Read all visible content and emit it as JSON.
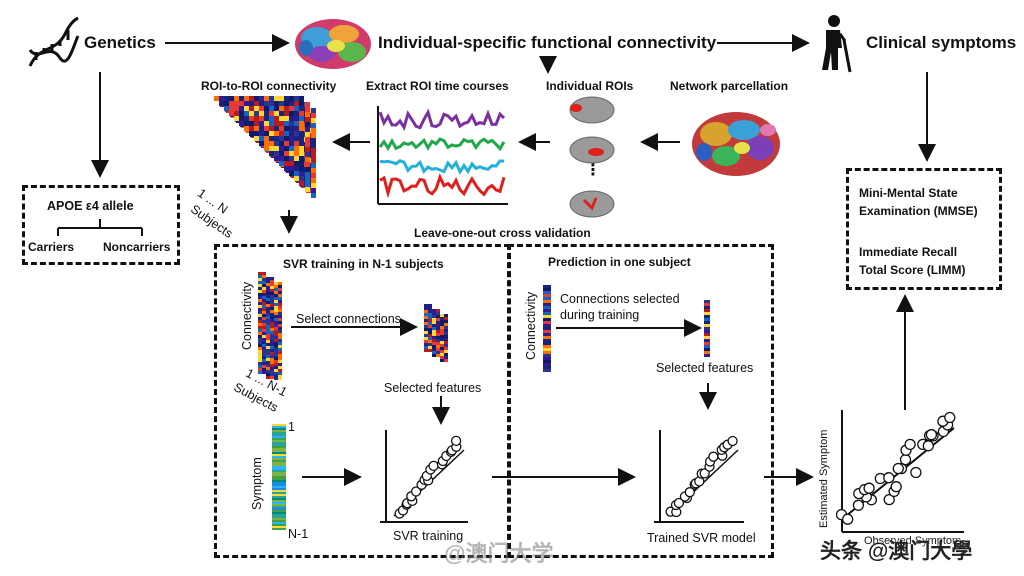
{
  "headers": {
    "genetics": "Genetics",
    "connectivity": "Individual-specific functional connectivity",
    "clinical": "Clinical symptoms"
  },
  "pipeline": {
    "roi_connectivity": "ROI-to-ROI connectivity",
    "extract_time_courses": "Extract ROI time courses",
    "individual_rois": "Individual ROIs",
    "network_parcellation": "Network parcellation",
    "subjects_range": "1 ... N",
    "subjects_label": "Subjects",
    "loocv": "Leave-one-out cross validation",
    "dots": "⋮"
  },
  "apoe": {
    "title": "APOE ε4 allele",
    "carriers": "Carriers",
    "noncarriers": "Noncarriers"
  },
  "training": {
    "title": "SVR training in N-1 subjects",
    "connectivity": "Connectivity",
    "select_connections": "Select connections",
    "subjects_range": "1 ... N-1",
    "subjects_label": "Subjects",
    "selected_features": "Selected features",
    "symptom": "Symptom",
    "sym_top": "1",
    "sym_bottom": "N-1",
    "svr_training": "SVR training"
  },
  "prediction": {
    "title": "Prediction in one subject",
    "connectivity": "Connectivity",
    "connections_selected_1": "Connections selected",
    "connections_selected_2": "during training",
    "selected_features": "Selected features",
    "trained_model": "Trained SVR model"
  },
  "scores": {
    "mmse_1": "Mini-Mental State",
    "mmse_2": "Examination (MMSE)",
    "limm_1": "Immediate Recall",
    "limm_2": "Total Score (LIMM)"
  },
  "result": {
    "ylabel": "Estimated Symptom",
    "xlabel": "Observed Symptom"
  },
  "watermarks": {
    "center": "@澳门大学",
    "corner": "头条 @澳门大學"
  },
  "colors": {
    "time_course_1": "#7b2fa0",
    "time_course_2": "#1fa84a",
    "time_course_3": "#22b0e0",
    "time_course_4": "#e0201c"
  }
}
